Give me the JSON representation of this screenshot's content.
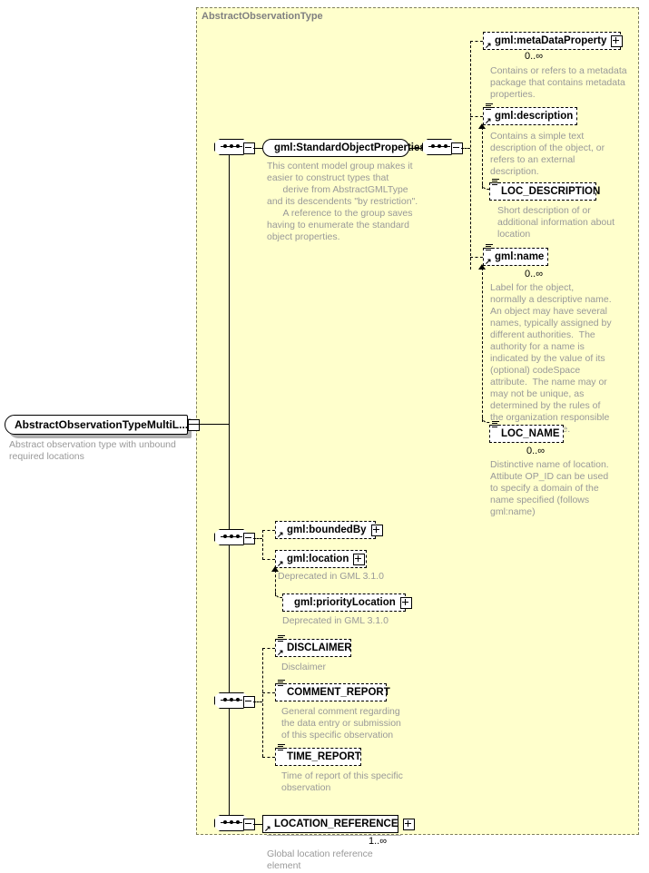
{
  "diagram": {
    "kind": "xml-schema-element-diagram",
    "background_color": "#ffffff",
    "container_fill": "#ffffcc",
    "annotation_color": "#999999"
  },
  "root": {
    "label": "AbstractObservationTypeMultiL...",
    "annotation": "Abstract observation type with unbound\nrequired locations",
    "collapse_icon": "minus-icon"
  },
  "container": {
    "title": "AbstractObservationType"
  },
  "compositors": {
    "seq1_icon": "sequence-icon",
    "seq2_icon": "sequence-icon",
    "seq3_icon": "sequence-icon",
    "seq4_icon": "sequence-icon",
    "seq5_icon": "sequence-icon"
  },
  "group_ref": {
    "label": "gml:StandardObjectProperties",
    "annotation": "This content model group makes it\neasier to construct types that\n      derive from AbstractGMLType\nand its descendents \"by restriction\".\n      A reference to the group saves\nhaving to enumerate the standard\nobject properties."
  },
  "elements": {
    "meta_data_property": {
      "label": "gml:metaDataProperty",
      "cardinality": "0..∞",
      "annotation": "Contains or refers to a metadata\npackage that contains metadata\nproperties.",
      "expand_icon": "plus-icon",
      "style": "dashed"
    },
    "description": {
      "label": "gml:description",
      "cardinality": "",
      "annotation": "Contains a simple text\ndescription of the object, or\nrefers to an external\ndescription.",
      "style": "dashed"
    },
    "loc_description": {
      "label": "LOC_DESCRIPTION",
      "cardinality": "",
      "annotation": "Short description of or\nadditional information about\nlocation",
      "style": "dashed"
    },
    "name": {
      "label": "gml:name",
      "cardinality": "0..∞",
      "annotation": "Label for the object,\nnormally a descriptive name.\nAn object may have several\nnames, typically assigned by\ndifferent authorities.  The\nauthority for a name is\nindicated by the value of its\n(optional) codeSpace\nattribute.  The name may or\nmay not be unique, as\ndetermined by the rules of\nthe organization responsible\nfor the codeSpace.",
      "style": "dashed"
    },
    "loc_name": {
      "label": "LOC_NAME",
      "cardinality": "0..∞",
      "annotation": "Distinctive name of location.\nAttibute OP_ID can be used\nto specify a domain of the\nname specified (follows\ngml:name)",
      "style": "dashed"
    },
    "bounded_by": {
      "label": "gml:boundedBy",
      "cardinality": "",
      "annotation": "",
      "expand_icon": "plus-icon",
      "style": "dashed"
    },
    "location": {
      "label": "gml:location",
      "cardinality": "",
      "annotation": "Deprecated in GML 3.1.0",
      "expand_icon": "plus-icon",
      "style": "dashed"
    },
    "priority_location": {
      "label": "gml:priorityLocation",
      "cardinality": "",
      "annotation": "Deprecated in GML 3.1.0",
      "expand_icon": "plus-icon",
      "style": "dashed"
    },
    "disclaimer": {
      "label": "DISCLAIMER",
      "cardinality": "",
      "annotation": "Disclaimer",
      "style": "dashed"
    },
    "comment_report": {
      "label": "COMMENT_REPORT",
      "cardinality": "",
      "annotation": "General comment regarding\nthe data entry or submission\nof this specific observation",
      "style": "dashed"
    },
    "time_report": {
      "label": "TIME_REPORT",
      "cardinality": "",
      "annotation": "Time of report of this specific\nobservation",
      "style": "dashed"
    },
    "location_reference": {
      "label": "LOCATION_REFERENCE",
      "cardinality": "1..∞",
      "annotation": "Global location reference\nelement",
      "expand_icon": "plus-icon",
      "style": "solid"
    }
  }
}
